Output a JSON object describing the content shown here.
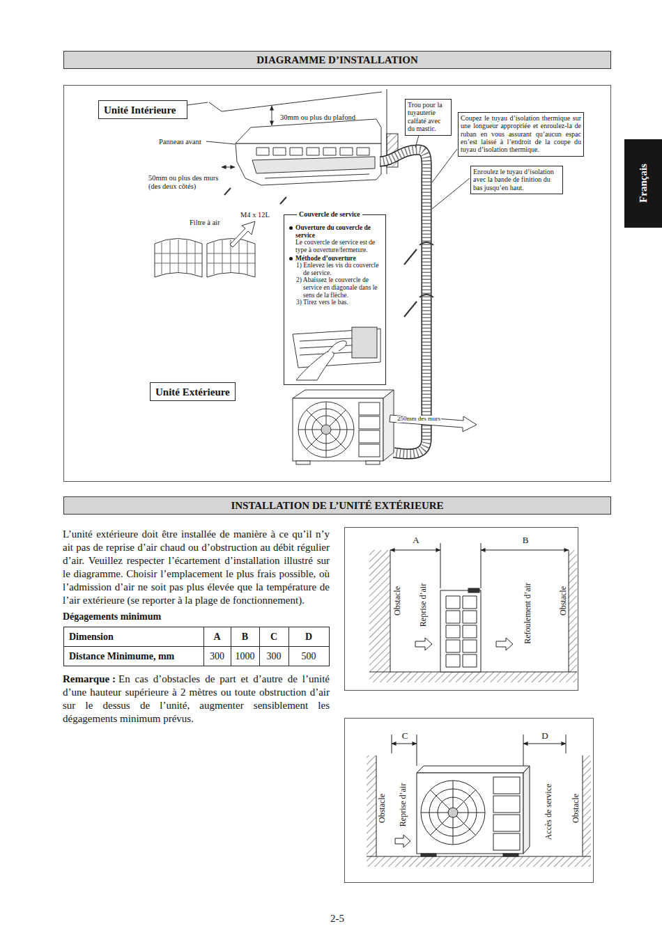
{
  "diagram": {
    "nodes": [
      {
        "text": [
          "DIAGRAMME D’INSTALLATION"
        ]
      },
      {
        "text": [
          "Français"
        ]
      },
      {
        "text": [
          "30mm ou plus du plafond",
          "Panneau avant",
          "50mm ou plus des murs (des deux côtés)",
          "Filtre à air",
          "M4 x 12L",
          "250mm des murs"
        ]
      },
      {
        "text": [
          "Unité Intérieure"
        ],
        "in": 2
      },
      {
        "text": [
          "Trou pour la tuyauterie calfaté avec du mastic."
        ],
        "in": 2
      },
      {
        "text": [
          "Coupez le tuyau d’isolation thermique sur une longueur appropriée et enroulez-la de ruban en vous assurant qu’aucun espac en’est laissé à l’endroit de la coupe du tuyau d’isolation thermique."
        ],
        "in": 2
      },
      {
        "text": [
          "Enroulez le tuyau d’isolation avec la bande de finition du bas jusqu’en haut."
        ],
        "in": 2
      },
      {
        "text": [
          "Couvercle de service",
          "Ouverture du couvercle de service",
          "Le couvercle de service est de type à ouverture/fermeture.",
          "Méthode d’ouverture",
          "1) Enlevez les vis du couvercle de service.",
          "2) Abaissez le couvercle de service en diagonale dans le sens de la flèche.",
          "3) Tirez vers le bas."
        ],
        "in": 2
      },
      {
        "text": [
          "Unité Extérieure"
        ],
        "in": 2
      },
      {
        "text": [
          "INSTALLATION DE L’UNITÉ EXTÉRIEURE"
        ]
      },
      {
        "text": [
          "A",
          "B",
          "Obstacle",
          "Reprise d’air",
          "Refoulement d’air",
          "Obstacle"
        ]
      },
      {
        "text": [
          "C",
          "D",
          "Obstacle",
          "Reprise d’air",
          "Accès de service",
          "Obstacle"
        ]
      }
    ],
    "labels": [
      "L’unité extérieure doit être installée de manière à ce qu’il n’y ait pas de reprise d’air chaud ou d’obstruction au débit régulier d’air. Veuillez respecter l’écartement d’installation illustré sur le diagramme. Choisir l’emplacement le plus frais possible, où l’admission d’air ne soit pas plus élevée que la température de l’air extérieure (se reporter à la plage de fonctionnement).",
      "Dégagements minimum",
      "Dimension",
      "A",
      "B",
      "C",
      "D",
      "Distance Minimume, mm",
      "300",
      "1000",
      "300",
      "500",
      "Remarque :",
      "En cas d’obstacles de part et d’autre de l’unité d’une hauteur supérieure à 2 mètres ou toute obstruction d’air sur le dessus de l’unité, augmenter sensiblement les dégagements minimum prévus.",
      "2-5"
    ]
  }
}
